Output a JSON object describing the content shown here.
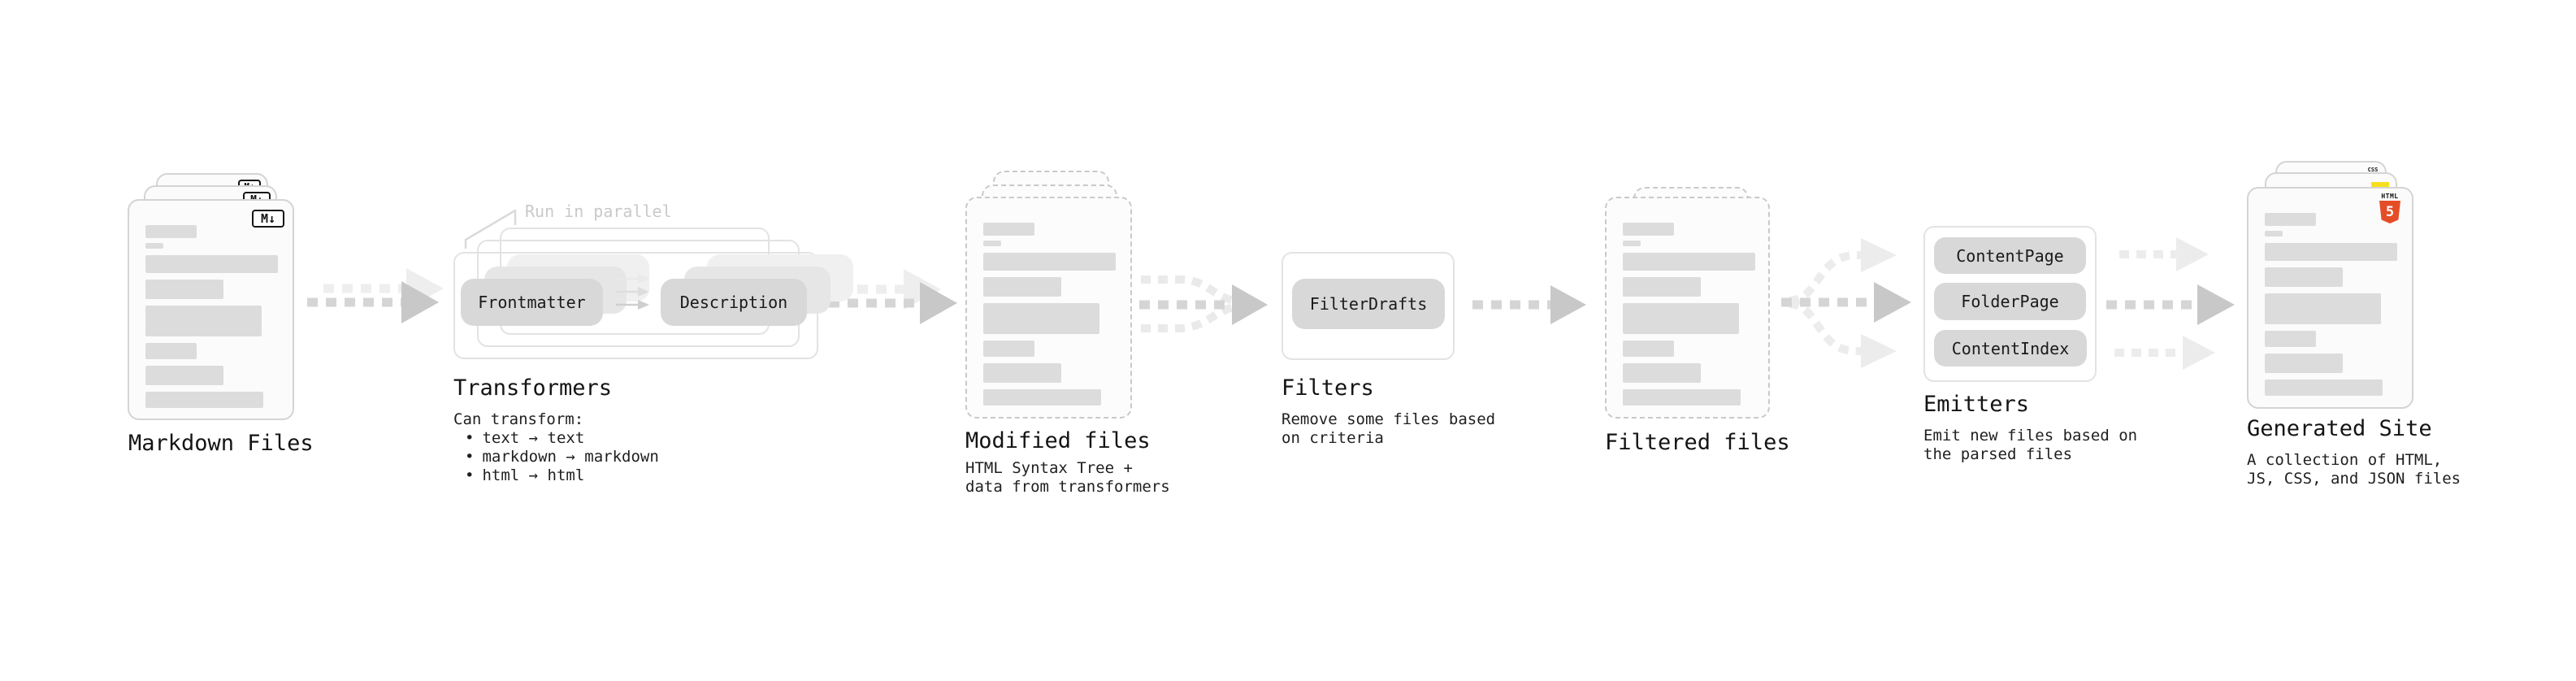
{
  "ui": {
    "bullet": "•"
  },
  "stages": {
    "markdown_files": {
      "label": "Markdown Files",
      "badge": "M↓"
    },
    "transformers": {
      "label": "Transformers",
      "annotation": "Run in parallel",
      "pills": {
        "first": "Frontmatter",
        "second": "Description"
      },
      "can_transform": "Can transform:",
      "bullets": [
        "text → text",
        "markdown → markdown",
        "html → html"
      ]
    },
    "modified_files": {
      "label": "Modified files",
      "sublabel": [
        "HTML Syntax Tree +",
        "data from transformers"
      ]
    },
    "filters": {
      "label": "Filters",
      "pill": "FilterDrafts",
      "sublabel": [
        "Remove some files based",
        "on criteria"
      ]
    },
    "filtered_files": {
      "label": "Filtered files"
    },
    "emitters": {
      "label": "Emitters",
      "pills": [
        "ContentPage",
        "FolderPage",
        "ContentIndex"
      ],
      "sublabel": [
        "Emit new files based on",
        "the parsed files"
      ]
    },
    "generated_site": {
      "label": "Generated Site",
      "sublabel": [
        "A collection of HTML,",
        "JS, CSS, and JSON files"
      ],
      "badges": {
        "html5": {
          "label": "HTML",
          "number": "5",
          "color": "#e44d26"
        },
        "js": {
          "color": "#f7df1e"
        },
        "css": {
          "label": "CSS",
          "color": "#2965f1"
        }
      }
    }
  },
  "colors": {
    "arrow_dark_dash": "#d5d5d5",
    "arrow_dark_head": "#c8c8c8",
    "arrow_ghost": "#eeeeee",
    "arrow_light_curve": "#eaeaea",
    "annotation_gray": "#c9c9c9"
  }
}
